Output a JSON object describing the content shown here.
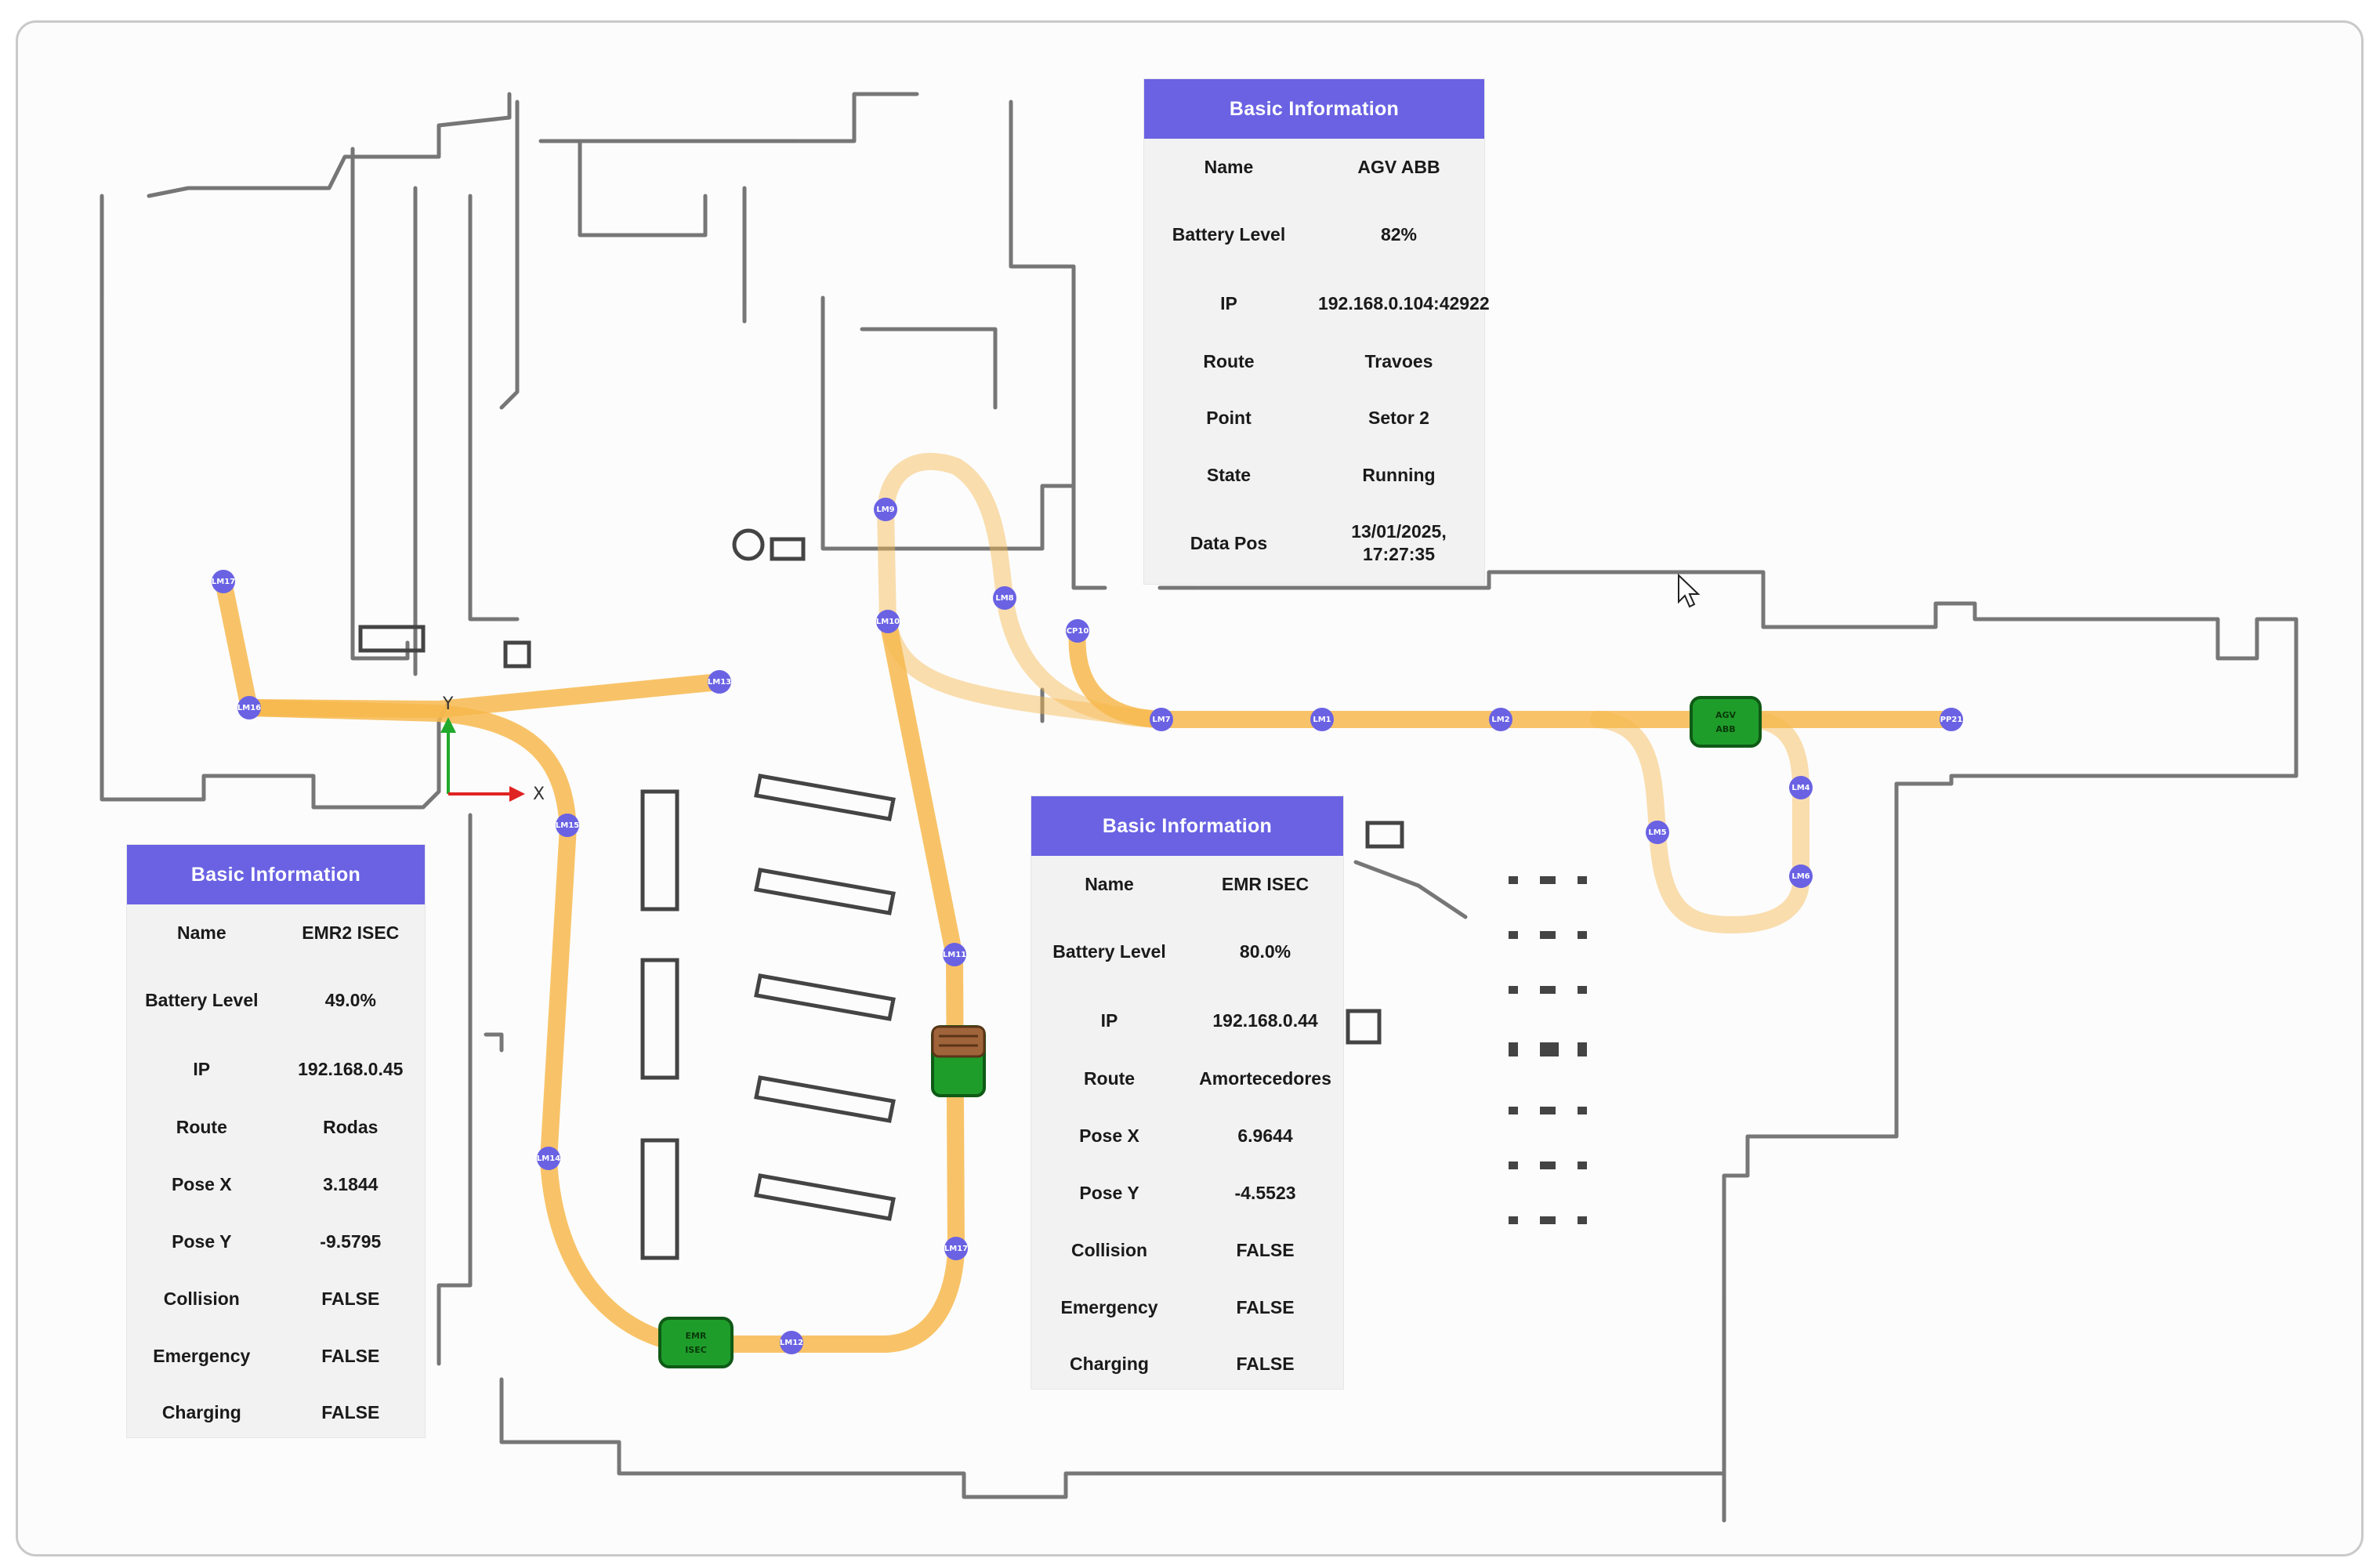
{
  "axes": {
    "x_label": "X",
    "y_label": "Y"
  },
  "landmarks": [
    {
      "id": "lm17",
      "label": "LM17"
    },
    {
      "id": "lm16",
      "label": "LM16"
    },
    {
      "id": "lm13",
      "label": "LM13"
    },
    {
      "id": "lm15",
      "label": "LM15"
    },
    {
      "id": "lm14",
      "label": "LM14"
    },
    {
      "id": "lm12",
      "label": "LM12"
    },
    {
      "id": "lm9",
      "label": "LM9"
    },
    {
      "id": "lm10",
      "label": "LM10"
    },
    {
      "id": "lm8",
      "label": "LM8"
    },
    {
      "id": "cp10",
      "label": "CP10"
    },
    {
      "id": "lm11",
      "label": "LM11"
    },
    {
      "id": "lm17b",
      "label": "LM17"
    },
    {
      "id": "lm7",
      "label": "LM7"
    },
    {
      "id": "lm1",
      "label": "LM1"
    },
    {
      "id": "lm2",
      "label": "LM2"
    },
    {
      "id": "pp21",
      "label": "PP21"
    },
    {
      "id": "lm4",
      "label": "LM4"
    },
    {
      "id": "lm5",
      "label": "LM5"
    },
    {
      "id": "lm6",
      "label": "LM6"
    }
  ],
  "vehicles": {
    "agv_abb": {
      "line1": "AGV",
      "line2": "ABB",
      "color": "#1f9d2b"
    },
    "emr_isec": {
      "line1": "EMR",
      "line2": "ISEC",
      "color": "#1f9d2b"
    }
  },
  "colors": {
    "header": "#6a62e3",
    "route": "#f7b84e",
    "landmark": "#6a62e3",
    "vehicle": "#1f9d2b"
  },
  "panel_agv": {
    "title": "Basic Information",
    "rows": [
      {
        "key": "Name",
        "value": "AGV ABB"
      },
      {
        "key": "Battery Level",
        "value": "82%"
      },
      {
        "key": "IP",
        "value": "192.168.0.104:42922"
      },
      {
        "key": "Route",
        "value": "Travoes"
      },
      {
        "key": "Point",
        "value": "Setor 2"
      },
      {
        "key": "State",
        "value": "Running"
      },
      {
        "key": "Data Pos",
        "value": "13/01/2025, 17:27:35"
      }
    ]
  },
  "panel_emr": {
    "title": "Basic Information",
    "rows": [
      {
        "key": "Name",
        "value": "EMR ISEC"
      },
      {
        "key": "Battery Level",
        "value": "80.0%"
      },
      {
        "key": "IP",
        "value": "192.168.0.44"
      },
      {
        "key": "Route",
        "value": "Amortecedores"
      },
      {
        "key": "Pose X",
        "value": "6.9644"
      },
      {
        "key": "Pose Y",
        "value": "-4.5523"
      },
      {
        "key": "Collision",
        "value": "FALSE"
      },
      {
        "key": "Emergency",
        "value": "FALSE"
      },
      {
        "key": "Charging",
        "value": "FALSE"
      }
    ]
  },
  "panel_emr2": {
    "title": "Basic Information",
    "rows": [
      {
        "key": "Name",
        "value": "EMR2 ISEC"
      },
      {
        "key": "Battery Level",
        "value": "49.0%"
      },
      {
        "key": "IP",
        "value": "192.168.0.45"
      },
      {
        "key": "Route",
        "value": "Rodas"
      },
      {
        "key": "Pose X",
        "value": "3.1844"
      },
      {
        "key": "Pose Y",
        "value": "-9.5795"
      },
      {
        "key": "Collision",
        "value": "FALSE"
      },
      {
        "key": "Emergency",
        "value": "FALSE"
      },
      {
        "key": "Charging",
        "value": "FALSE"
      }
    ]
  }
}
